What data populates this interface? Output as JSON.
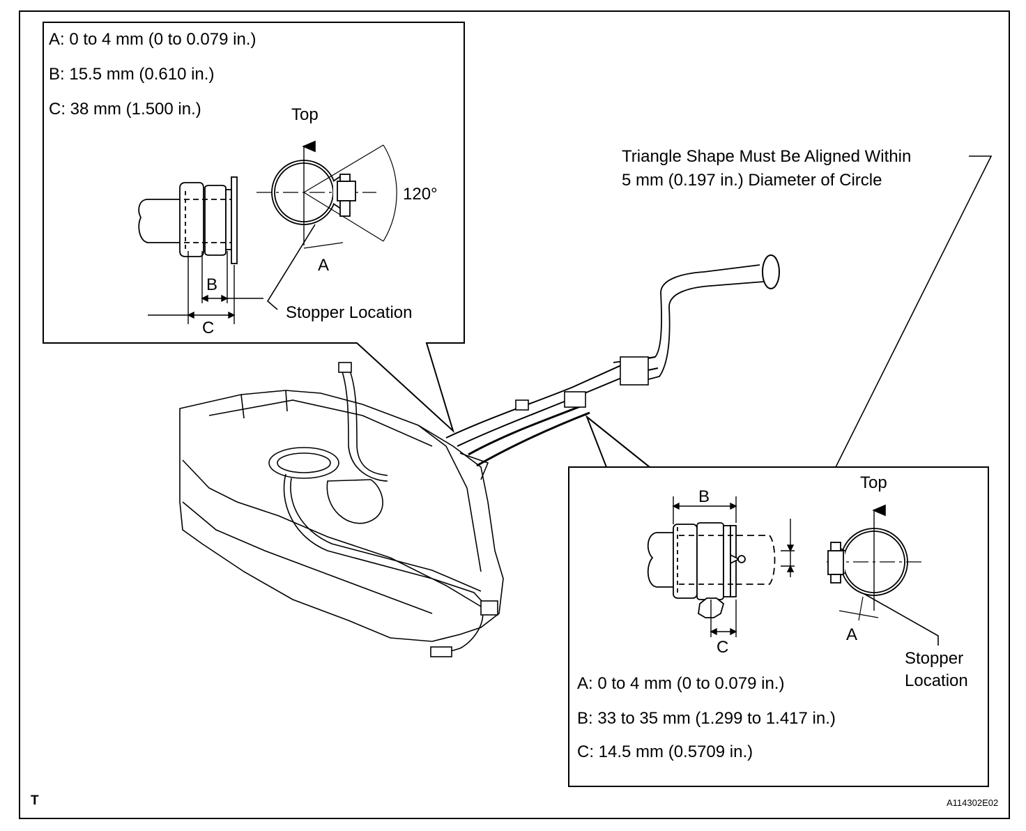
{
  "top_callout": {
    "spec_a": "A: 0 to 4 mm (0 to 0.079 in.)",
    "spec_b": "B: 15.5 mm (0.610 in.)",
    "spec_c": "C: 38 mm (1.500 in.)",
    "top_label": "Top",
    "angle_label": "120°",
    "dim_a": "A",
    "dim_b": "B",
    "dim_c": "C",
    "stopper_label": "Stopper Location"
  },
  "alignment_note": {
    "line1": "Triangle Shape Must Be Aligned Within",
    "line2": "5 mm (0.197 in.) Diameter of Circle"
  },
  "bottom_callout": {
    "top_label": "Top",
    "dim_a": "A",
    "dim_b": "B",
    "dim_c": "C",
    "stopper_line1": "Stopper",
    "stopper_line2": "Location",
    "spec_a": "A: 0 to 4 mm (0 to 0.079 in.)",
    "spec_b": "B: 33 to 35 mm (1.299 to 1.417 in.)",
    "spec_c": "C: 14.5 mm (0.5709 in.)"
  },
  "corner_mark": "T",
  "figure_id": "A114302E02"
}
